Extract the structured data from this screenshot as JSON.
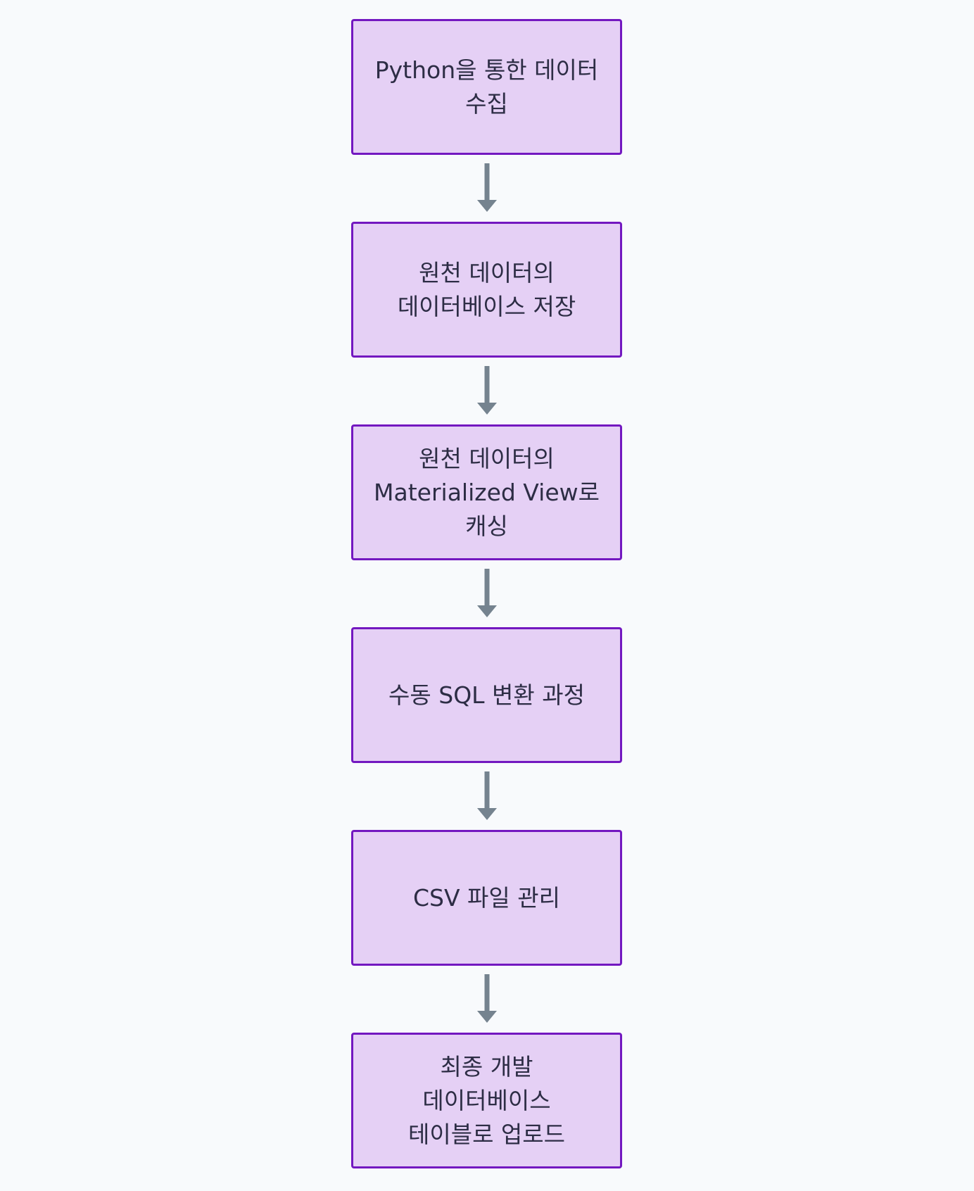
{
  "colors": {
    "background": "#f8fafc",
    "node_fill": "#e5d0f5",
    "node_border": "#7318c0",
    "node_text": "#2d2d45",
    "arrow": "#75838f"
  },
  "nodes": [
    {
      "label": "Python을 통한 데이터\n수집"
    },
    {
      "label": "원천 데이터의\n데이터베이스 저장"
    },
    {
      "label": "원천 데이터의\nMaterialized View로\n캐싱"
    },
    {
      "label": "수동 SQL 변환 과정"
    },
    {
      "label": "CSV 파일 관리"
    },
    {
      "label": "최종 개발\n데이터베이스\n테이블로 업로드"
    }
  ]
}
